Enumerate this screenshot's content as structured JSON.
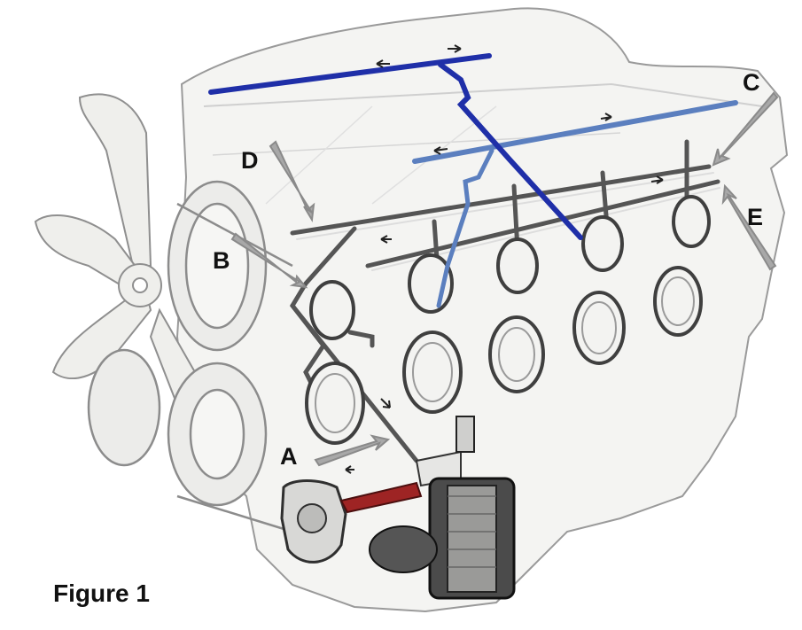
{
  "caption": "Figure 1",
  "callouts": {
    "a": "A",
    "b": "B",
    "c": "C",
    "d": "D",
    "e": "E"
  },
  "colors": {
    "main_oil_gallery": "#1f2fa8",
    "lifter_gallery": "#5b7fbf",
    "pump_outlet": "#9e2424",
    "engine_block_fill": "#f4f4f2",
    "line_art": "#444444",
    "callout_arrow": "#a8a8a8"
  },
  "icons": {
    "fan": "cooling-fan-icon",
    "oil_filter": "oil-filter-icon",
    "oil_pump": "oil-pump-icon"
  }
}
